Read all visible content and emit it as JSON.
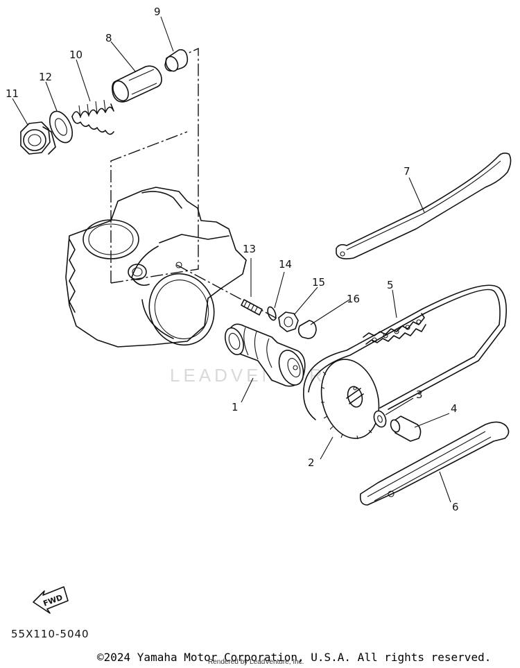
{
  "callouts": {
    "n1": "1",
    "n2": "2",
    "n3": "3",
    "n4": "4",
    "n5": "5",
    "n6": "6",
    "n7": "7",
    "n8": "8",
    "n9": "9",
    "n10": "10",
    "n11": "11",
    "n12": "12",
    "n13": "13",
    "n14": "14",
    "n15": "15",
    "n16": "16"
  },
  "fwd_label": "FWD",
  "watermark": "LEADVENTURE",
  "diagram_code": "55X110-5040",
  "copyright": "©2024 Yamaha Motor Corporation, U.S.A. All rights reserved.",
  "rendered_by": "Rendered by LeadVenture, Inc."
}
